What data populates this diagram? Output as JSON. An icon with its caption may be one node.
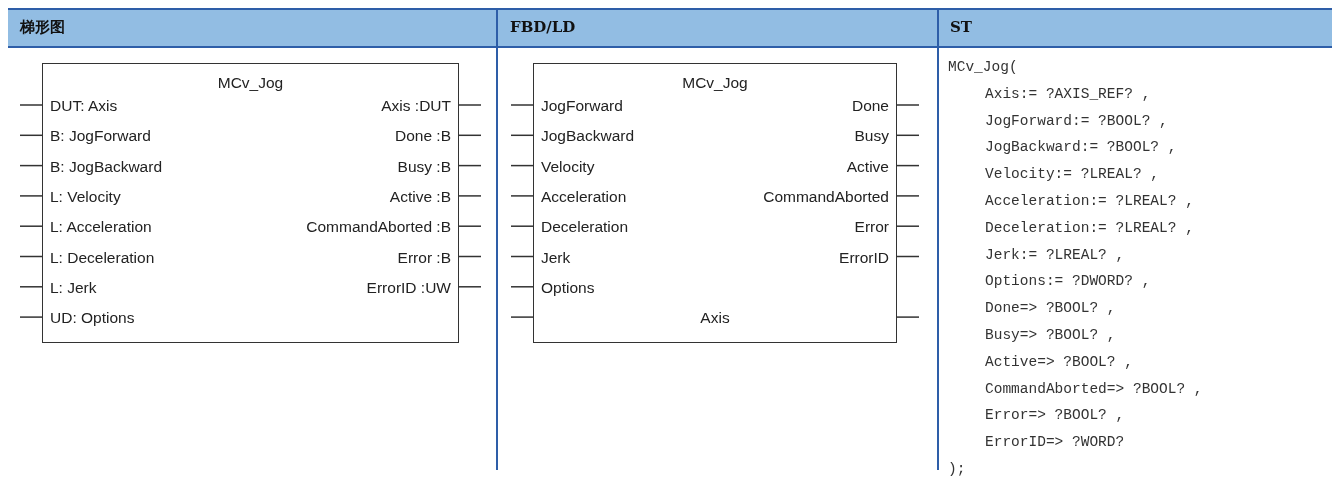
{
  "diagram": {
    "nodes": [
      {
        "text": [
          "MCv_Jog",
          "DUT: Axis",
          "Axis :DUT",
          "B: JogForward",
          "Done :B",
          "B: JogBackward",
          "Busy :B",
          "L: Velocity",
          "Active :B",
          "L: Acceleration",
          "CommandAborted :B",
          "L: Deceleration",
          "Error :B",
          "L: Jerk",
          "ErrorID :UW",
          "UD: Options"
        ]
      },
      {
        "text": [
          "MCv_Jog",
          "JogForward",
          "Done",
          "JogBackward",
          "Busy",
          "Velocity",
          "Active",
          "Acceleration",
          "CommandAborted",
          "Deceleration",
          "Error",
          "Jerk",
          "ErrorID",
          "Options",
          "Axis"
        ]
      }
    ],
    "labels": [
      "梯形图",
      "FBD/LD",
      "ST",
      "MCv_Jog(",
      "Axis:= ?AXIS_REF? ,",
      "JogForward:= ?BOOL? ,",
      "JogBackward:= ?BOOL? ,",
      "Velocity:= ?LREAL? ,",
      "Acceleration:= ?LREAL? ,",
      "Deceleration:= ?LREAL? ,",
      "Jerk:= ?LREAL? ,",
      "Options:= ?DWORD? ,",
      "Done=> ?BOOL? ,",
      "Busy=> ?BOOL? ,",
      "Active=> ?BOOL? ,",
      "CommandAborted=> ?BOOL? ,",
      "Error=> ?BOOL? ,",
      "ErrorID=> ?WORD?",
      ");"
    ]
  }
}
